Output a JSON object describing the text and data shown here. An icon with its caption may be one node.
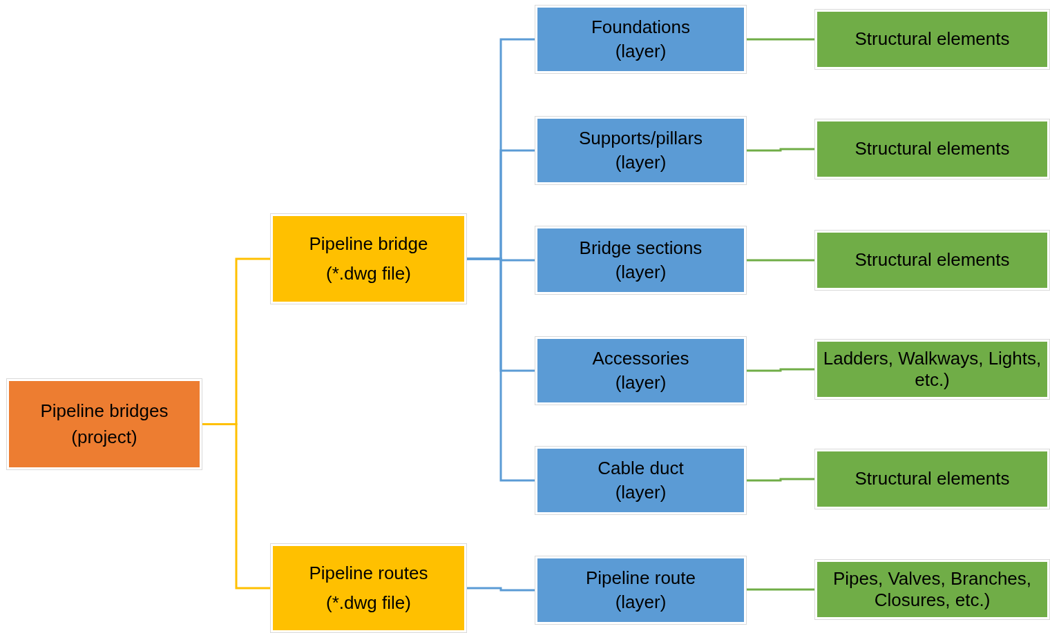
{
  "diagram": {
    "nodes": [
      {
        "text": [
          "Pipeline bridges",
          "(project)"
        ]
      },
      {
        "text": [
          "Pipeline bridge",
          "(*.dwg file)"
        ]
      },
      {
        "text": [
          "Pipeline routes",
          "(*.dwg file)"
        ]
      },
      {
        "text": [
          "Foundations",
          "(layer)"
        ]
      },
      {
        "text": [
          "Supports/pillars",
          "(layer)"
        ]
      },
      {
        "text": [
          "Bridge sections",
          "(layer)"
        ]
      },
      {
        "text": [
          "Accessories",
          "(layer)"
        ]
      },
      {
        "text": [
          "Cable duct",
          "(layer)"
        ]
      },
      {
        "text": [
          "Pipeline route",
          "(layer)"
        ]
      },
      {
        "text": [
          "Structural elements"
        ]
      },
      {
        "text": [
          "Structural elements"
        ]
      },
      {
        "text": [
          "Structural elements"
        ]
      },
      {
        "text": [
          "Ladders, Walkways, Lights, etc.)"
        ]
      },
      {
        "text": [
          "Structural elements"
        ]
      },
      {
        "text": [
          "Pipes, Valves, Branches, Closures, etc.)"
        ]
      }
    ],
    "edges": [
      {
        "from": 0,
        "to": 1,
        "arrow": "none",
        "color": "#ffc000"
      },
      {
        "from": 0,
        "to": 2,
        "arrow": "none",
        "color": "#ffc000"
      },
      {
        "from": 1,
        "to": 3,
        "arrow": "none"
      },
      {
        "from": 1,
        "to": 4,
        "arrow": "none"
      },
      {
        "from": 1,
        "to": 5,
        "arrow": "none"
      },
      {
        "from": 1,
        "to": 6,
        "arrow": "none"
      },
      {
        "from": 1,
        "to": 7,
        "arrow": "none"
      },
      {
        "from": 2,
        "to": 8,
        "arrow": "none"
      },
      {
        "from": 3,
        "to": 9,
        "arrow": "none",
        "color": "#70ad47"
      },
      {
        "from": 4,
        "to": 10,
        "arrow": "none",
        "color": "#70ad47"
      },
      {
        "from": 5,
        "to": 11,
        "arrow": "none",
        "color": "#70ad47"
      },
      {
        "from": 6,
        "to": 12,
        "arrow": "none",
        "color": "#70ad47"
      },
      {
        "from": 7,
        "to": 13,
        "arrow": "none",
        "color": "#70ad47"
      },
      {
        "from": 8,
        "to": 14,
        "arrow": "none",
        "color": "#70ad47"
      }
    ]
  }
}
